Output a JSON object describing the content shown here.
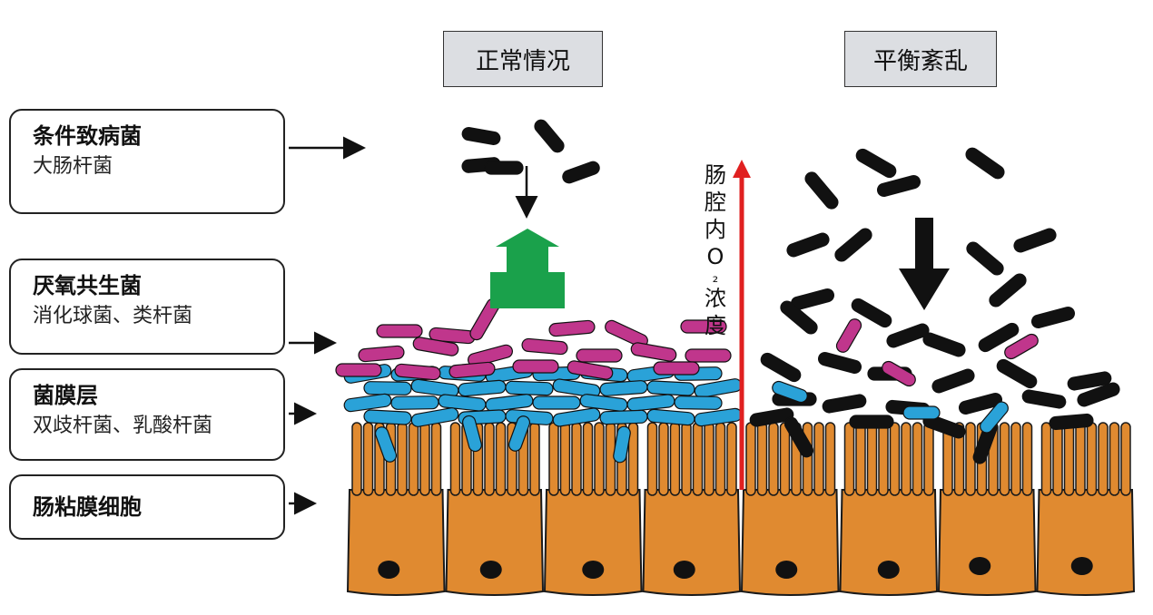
{
  "headers": {
    "normal": "正常情况",
    "dysbiosis": "平衡紊乱"
  },
  "labels": [
    {
      "title": "条件致病菌",
      "subtitle": "大肠杆菌"
    },
    {
      "title": "厌氧共生菌",
      "subtitle": "消化球菌、类杆菌"
    },
    {
      "title": "菌膜层",
      "subtitle": "双歧杆菌、乳酸杆菌"
    },
    {
      "title": "肠粘膜细胞",
      "subtitle": ""
    }
  ],
  "o2_gradient_label": [
    "肠",
    "腔",
    "内",
    "O",
    "₂",
    "浓",
    "度"
  ],
  "colors": {
    "cell_fill": "#e08a30",
    "pathogen": "#111111",
    "anaerobe": "#c0368c",
    "biofilm": "#2aa2d8",
    "up_arrow": "#1aa14b",
    "o2_arrow": "#e02020"
  }
}
